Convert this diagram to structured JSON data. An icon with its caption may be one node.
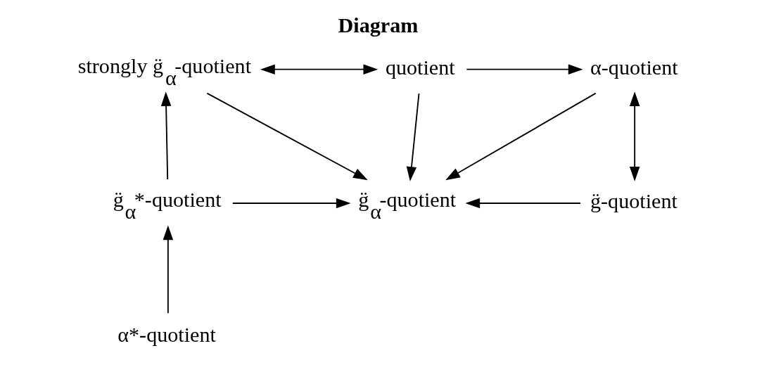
{
  "diagram": {
    "title": "Diagram",
    "nodes": [
      {
        "text": [
          "strongly g̈$_{α}$-quotient"
        ]
      },
      {
        "text": [
          "quotient"
        ]
      },
      {
        "text": [
          "α-quotient"
        ]
      },
      {
        "text": [
          "g̈$_{α}$*-quotient"
        ]
      },
      {
        "text": [
          "g̈$_{α}$-quotient"
        ]
      },
      {
        "text": [
          "g̈-quotient"
        ]
      },
      {
        "text": [
          "α*-quotient"
        ]
      }
    ],
    "edges": [
      {
        "from": 0,
        "to": 1,
        "arrow": "both"
      },
      {
        "from": 1,
        "to": 2,
        "arrow": "to"
      },
      {
        "from": 0,
        "to": 4,
        "arrow": "to"
      },
      {
        "from": 1,
        "to": 4,
        "arrow": "to"
      },
      {
        "from": 2,
        "to": 4,
        "arrow": "to"
      },
      {
        "from": 2,
        "to": 5,
        "arrow": "both"
      },
      {
        "from": 3,
        "to": 0,
        "arrow": "to"
      },
      {
        "from": 3,
        "to": 4,
        "arrow": "to"
      },
      {
        "from": 5,
        "to": 4,
        "arrow": "to"
      },
      {
        "from": 6,
        "to": 3,
        "arrow": "to"
      }
    ]
  }
}
